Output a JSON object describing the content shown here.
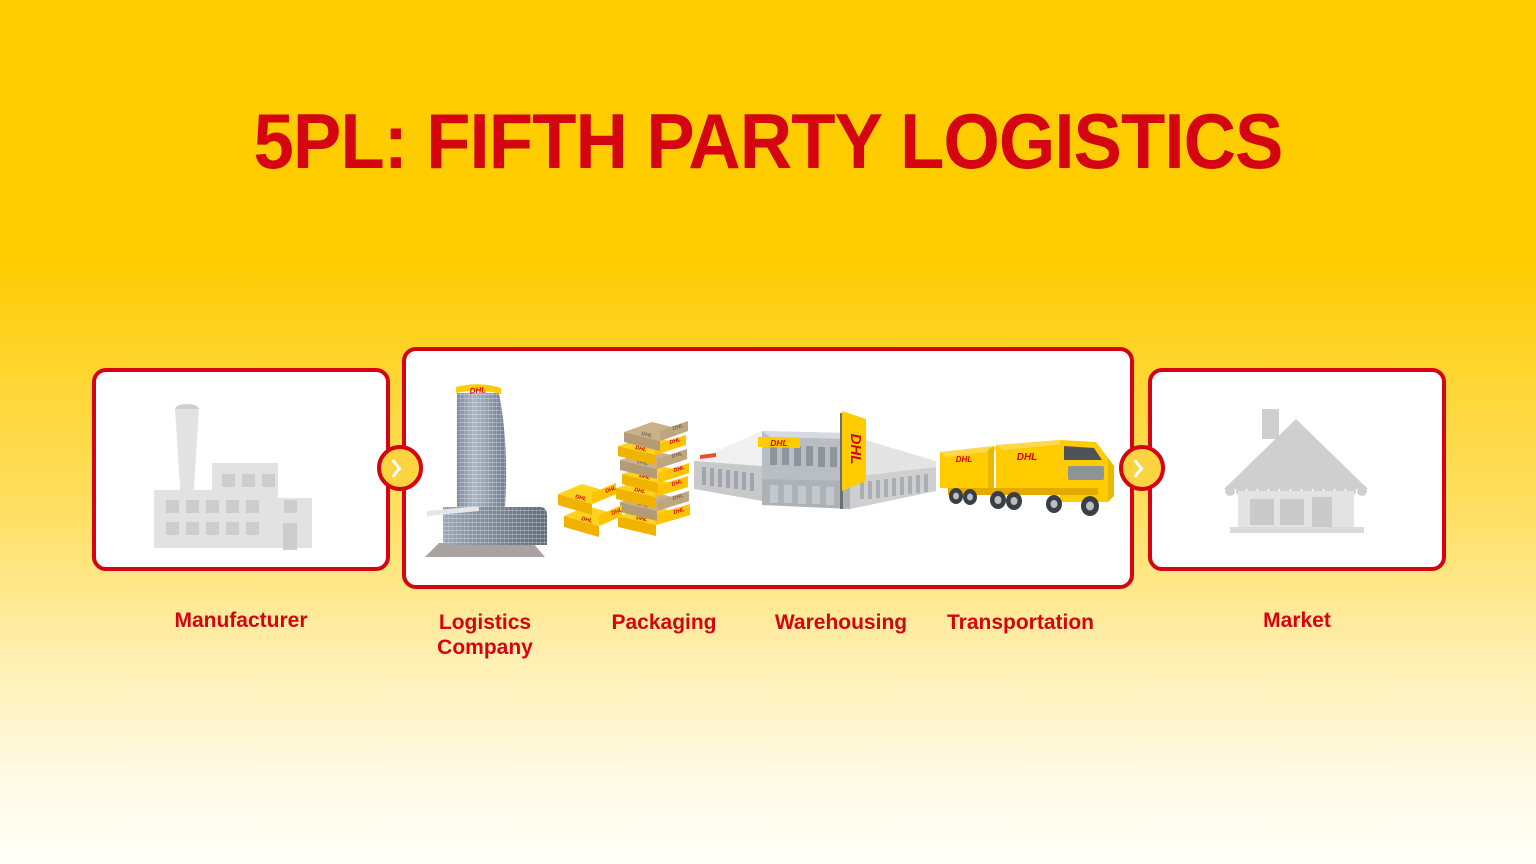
{
  "title": "5PL: FIFTH PARTY LOGISTICS",
  "theme": {
    "brand_yellow": "#FFCC00",
    "brand_red": "#D40511",
    "panel_fill": "#FFFFFF",
    "icon_gray": "#DCDCDC",
    "background": "vertical gradient yellow to white"
  },
  "stages": {
    "left": {
      "label": "Manufacturer",
      "icon": "factory-icon"
    },
    "middle": {
      "items": [
        {
          "label": "Logistics\nCompany",
          "icon": "office-tower-icon"
        },
        {
          "label": "Packaging",
          "icon": "parcel-boxes-icon"
        },
        {
          "label": "Warehousing",
          "icon": "warehouse-icon"
        },
        {
          "label": "Transportation",
          "icon": "truck-icon"
        }
      ]
    },
    "right": {
      "label": "Market",
      "icon": "shop-icon"
    }
  },
  "connectors": [
    {
      "name": "arrow-1",
      "glyph": "chevron-right"
    },
    {
      "name": "arrow-2",
      "glyph": "chevron-right"
    }
  ],
  "brand_text": {
    "logo": "DHL"
  }
}
